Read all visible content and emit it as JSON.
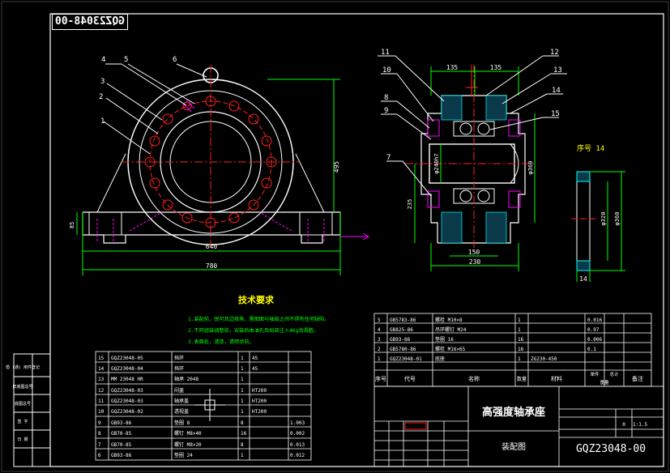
{
  "drawing_no": "GQZ23048-00",
  "title_mirrored": "GQZ23048-00",
  "drawing_title": "高强度轴承座",
  "view_name": "装配图",
  "scale": "1:1.5",
  "sheet_mark": "0",
  "tech_req_title": "技术要求",
  "tech_req_lines": [
    "1.装配前，锐可及边棱角，需图面与轴肩之间不得有任何缺陷。",
    "2.不同组装调整前，安装后由油孔及局部注入4Kg润滑脂。",
    "3.表面处，请漆，请喷涂前。"
  ],
  "front_dims": {
    "width_640": "640",
    "width_780": "780",
    "height_495": "495",
    "foot_85": "85"
  },
  "front_balloons": [
    "1",
    "2",
    "3",
    "4",
    "5",
    "6"
  ],
  "side_dims": {
    "top_135a": "135",
    "top_135b": "135",
    "dia_240": "φ240h7",
    "dia_360": "φ360",
    "d_235": "235",
    "b_150": "150",
    "b_230": "230"
  },
  "side_balloons": [
    "11",
    "10",
    "8",
    "9",
    "7",
    "12",
    "13",
    "14",
    "15"
  ],
  "detail": {
    "label": "序号 14",
    "dia_320": "φ320",
    "dia_360": "φ360",
    "w_14": "14"
  },
  "bom_upper": [
    {
      "no": "5",
      "code": "GB5783-86",
      "name": "螺栓 M10×8",
      "qty": "1",
      "weight": "0.016"
    },
    {
      "no": "4",
      "code": "GB825-86",
      "name": "吊环螺钉 M24",
      "qty": "1",
      "weight": "0.97"
    },
    {
      "no": "3",
      "code": "GB93-86",
      "name": "垫圈 16",
      "qty": "16",
      "weight": "0.006"
    },
    {
      "no": "2",
      "code": "GB5780-86",
      "name": "螺栓 M16×65",
      "qty": "16",
      "weight": "0.1"
    },
    {
      "no": "1",
      "code": "GQZ23048-01",
      "name": "底座",
      "qty": "1",
      "material": "ZG230-450",
      "weight": ""
    }
  ],
  "bom_header": {
    "no": "序号",
    "code": "代号",
    "name": "名称",
    "qty": "数量",
    "material": "材料",
    "single": "单件",
    "total": "总计",
    "weight": "重量",
    "remark": "备注"
  },
  "bom_lower": [
    {
      "no": "15",
      "code": "GQZ23048-05",
      "name": "挡环",
      "qty": "1",
      "material": "45",
      "weight": ""
    },
    {
      "no": "14",
      "code": "GQZ23048-04",
      "name": "挡环",
      "qty": "1",
      "material": "45",
      "weight": ""
    },
    {
      "no": "13",
      "code": "MM 23048 HR",
      "name": "轴承 2048",
      "qty": "1",
      "material": "",
      "weight": ""
    },
    {
      "no": "12",
      "code": "GQZ23048-03",
      "name": "闷盖",
      "qty": "1",
      "material": "HT200",
      "weight": ""
    },
    {
      "no": "11",
      "code": "GQZ23048-03",
      "name": "轴承盖",
      "qty": "1",
      "material": "HT200",
      "weight": ""
    },
    {
      "no": "10",
      "code": "GQZ23048-02",
      "name": "透视盖",
      "qty": "1",
      "material": "HT200",
      "weight": ""
    },
    {
      "no": "9",
      "code": "GB93-86",
      "name": "垫圈 8",
      "qty": "8",
      "material": "",
      "weight": "1.003"
    },
    {
      "no": "8",
      "code": "GB70-85",
      "name": "螺钉 M8×40",
      "qty": "16",
      "material": "",
      "weight": "0.002"
    },
    {
      "no": "7",
      "code": "GB70-85",
      "name": "螺钉 M8×20",
      "qty": "8",
      "material": "",
      "weight": "0.013"
    },
    {
      "no": "6",
      "code": "GB93-86",
      "name": "垫圈 24",
      "qty": "1",
      "material": "",
      "weight": "0.012"
    }
  ],
  "left_strip": [
    "借 (通) 用件登记",
    "旧底图总号",
    "底图总号",
    "签 字",
    "日 期"
  ],
  "colors": {
    "white": "#ffffff",
    "green": "#00ff00",
    "red": "#ff2020",
    "magenta": "#ff00ff",
    "yellow": "#ffff00",
    "cyan": "#00ffff"
  }
}
